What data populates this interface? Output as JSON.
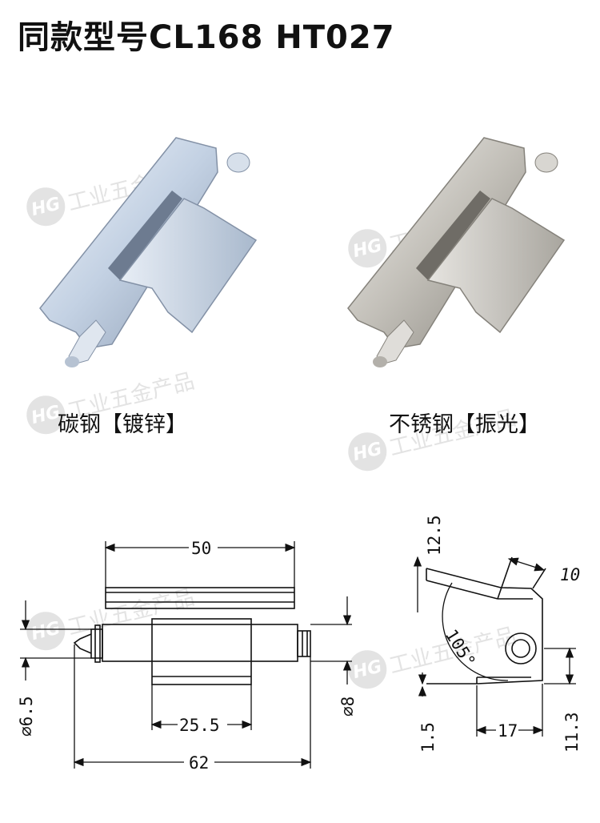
{
  "header": {
    "title": "同款型号CL168 HT027"
  },
  "products": [
    {
      "caption": "碳钢【镀锌】",
      "finish_color": "#c9d6e6"
    },
    {
      "caption": "不锈钢【振光】",
      "finish_color": "#bdbab3"
    }
  ],
  "watermark": {
    "logo_text": "HG",
    "text": "工业五金产品"
  },
  "drawing": {
    "front_view": {
      "overall_width": "50",
      "pin_diameter": "⌀6.5",
      "barrel_diameter": "⌀8",
      "leaf_width": "25.5",
      "total_length": "62"
    },
    "side_view": {
      "height": "12.5",
      "leaf_offset": "10",
      "angle": "105°",
      "thickness": "1.5",
      "depth": "17",
      "hole_height": "11.3"
    }
  }
}
